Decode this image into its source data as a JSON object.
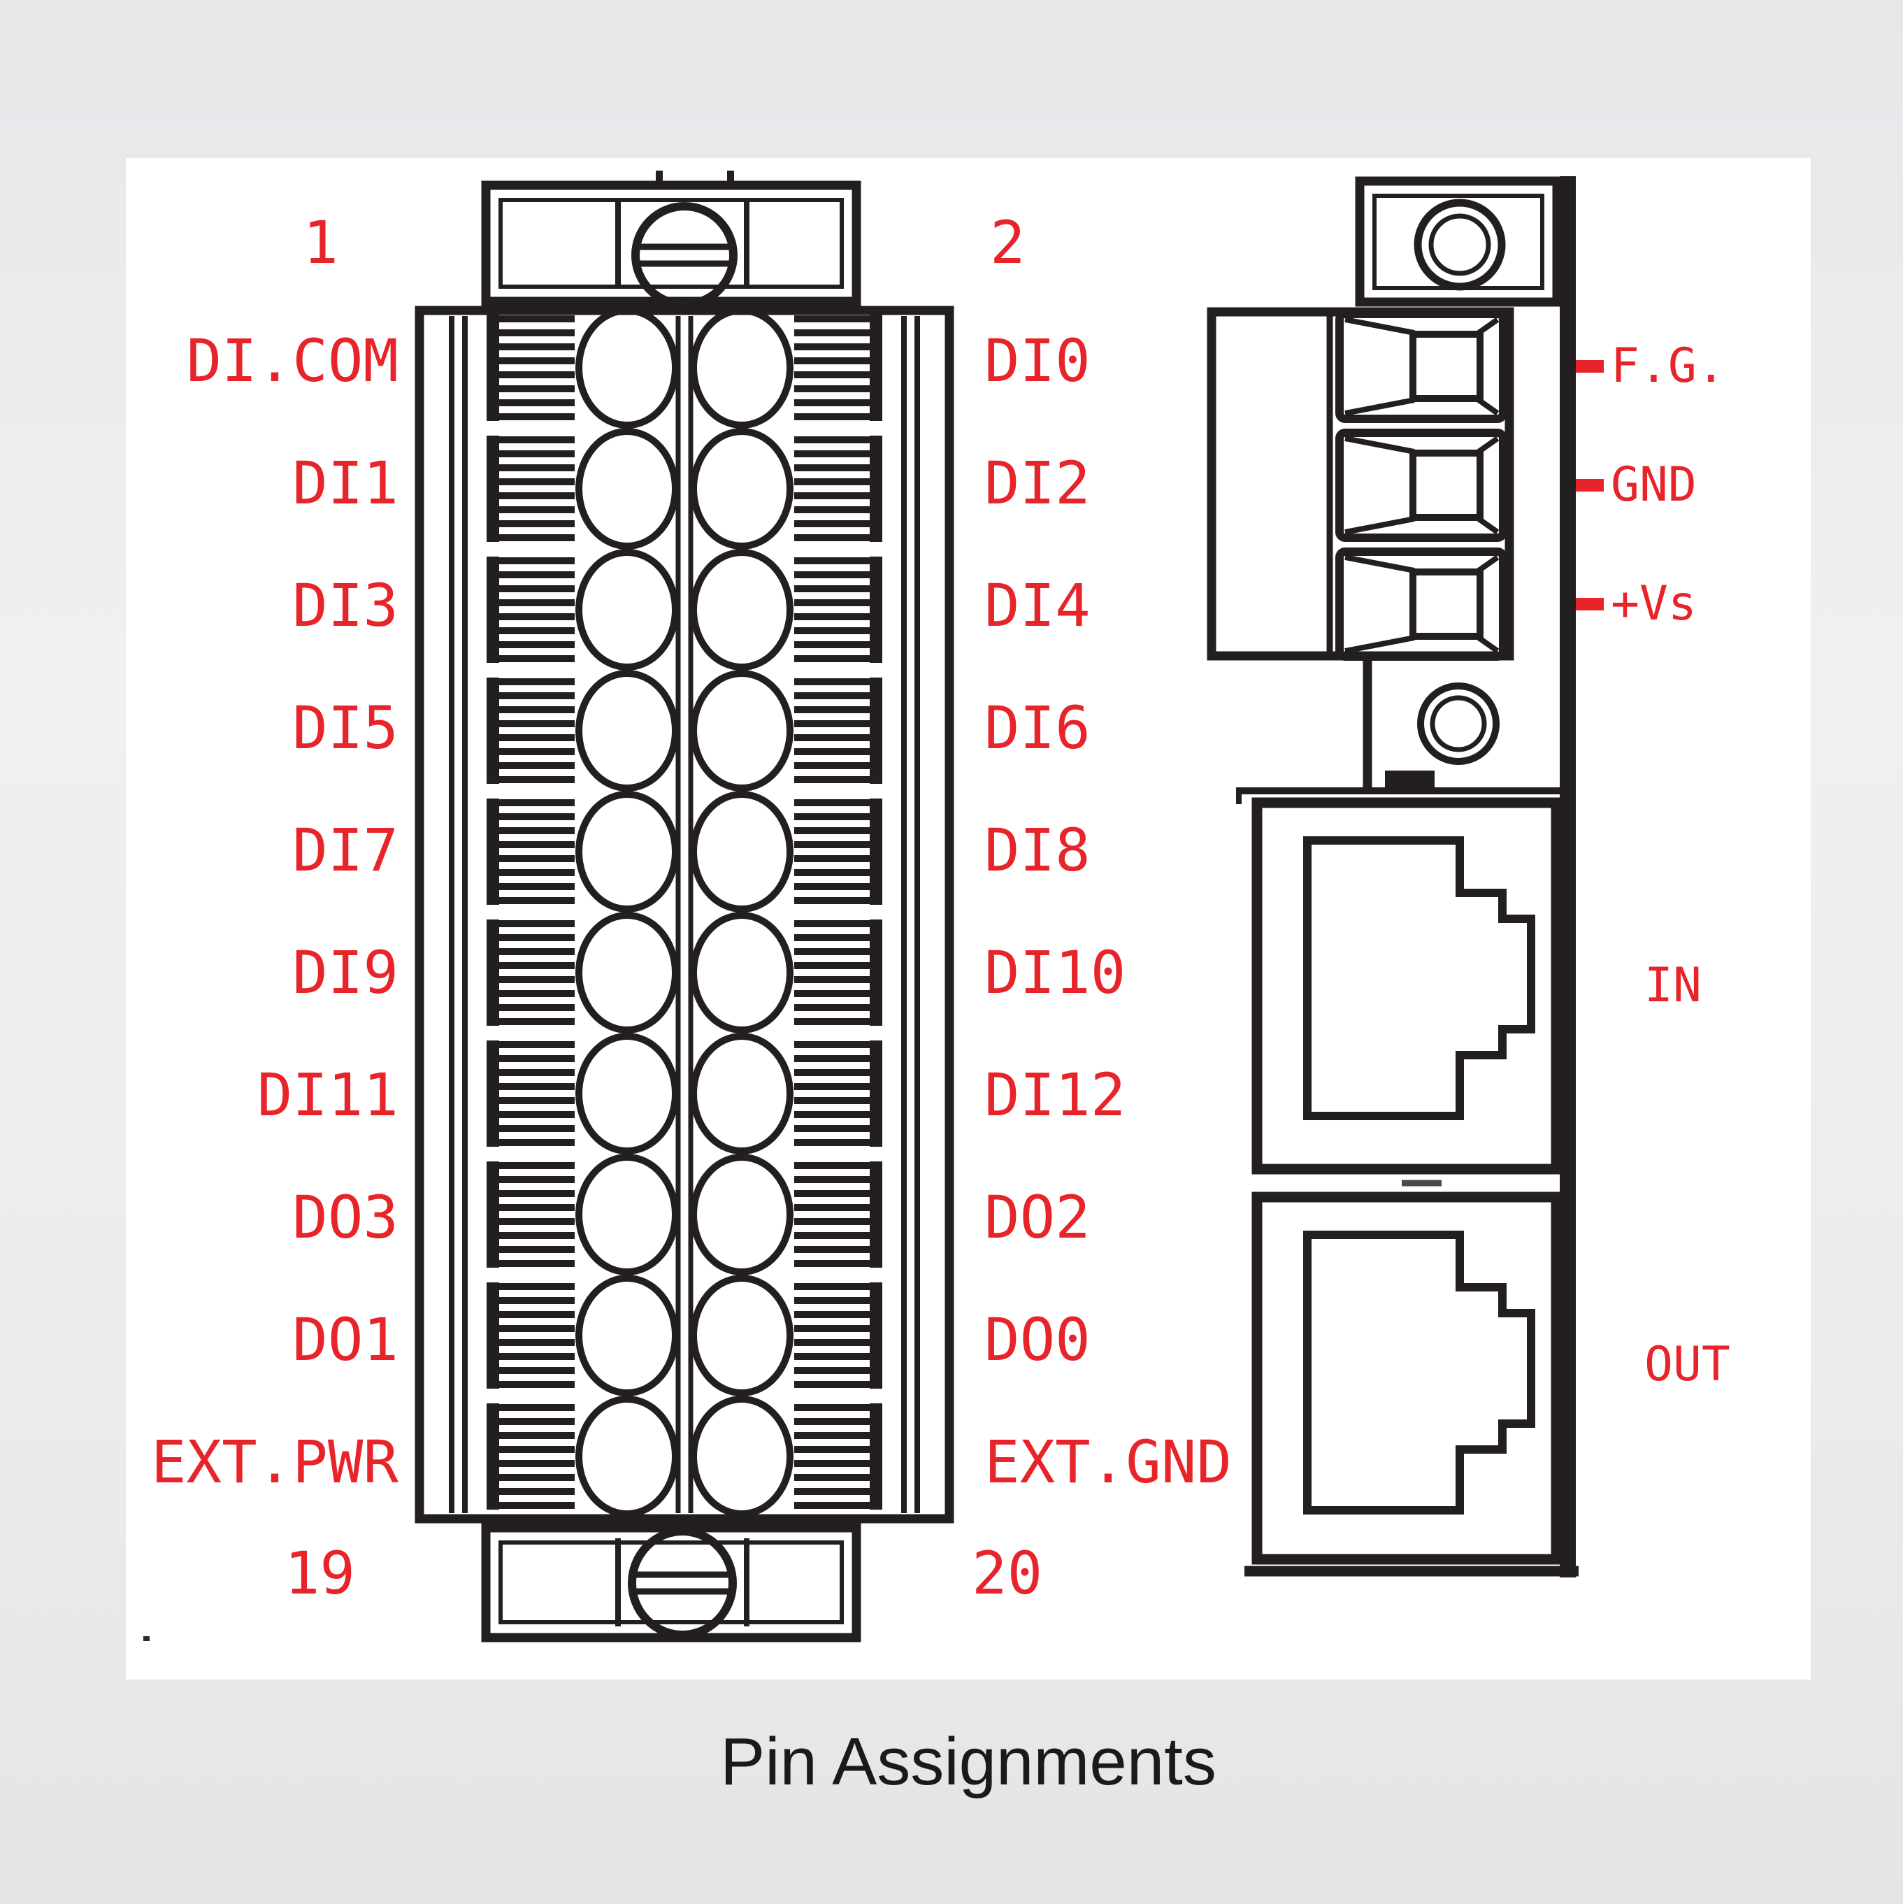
{
  "title": "Pin Assignments",
  "colors": {
    "label_red": "#e8242b",
    "line_ink": "#231f20",
    "panel_white": "#ffffff",
    "background_gray": "#eceaed"
  },
  "terminal_block": {
    "top_left_pin_number": "1",
    "top_right_pin_number": "2",
    "bottom_left_pin_number": "19",
    "bottom_right_pin_number": "20",
    "left_pins": [
      "DI.COM",
      "DI1",
      "DI3",
      "DI5",
      "DI7",
      "DI9",
      "DI11",
      "DO3",
      "DO1",
      "EXT.PWR"
    ],
    "right_pins": [
      "DI0",
      "DI2",
      "DI4",
      "DI6",
      "DI8",
      "DI10",
      "DI12",
      "DO2",
      "DO0",
      "EXT.GND"
    ]
  },
  "power_connector": {
    "pins": [
      "F.G.",
      "GND",
      "+Vs"
    ]
  },
  "ethernet_ports": {
    "in_label": "IN",
    "out_label": "OUT"
  }
}
